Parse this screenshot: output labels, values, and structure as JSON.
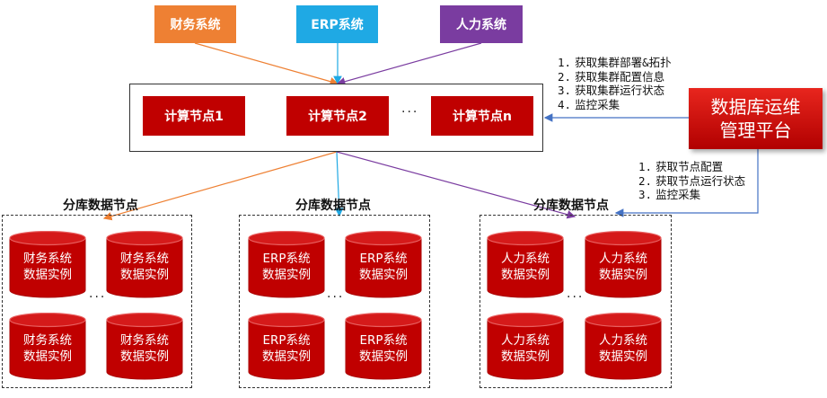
{
  "source_systems": [
    "财务系统",
    "ERP系统",
    "人力系统"
  ],
  "compute_nodes": [
    "计算节点1",
    "计算节点2",
    "计算节点n"
  ],
  "ellipsis": "···",
  "platform": {
    "line1": "数据库运维",
    "line2": "管理平台"
  },
  "platform_to_compute_tasks": [
    "获取集群部署&拓扑",
    "获取集群配置信息",
    "获取集群运行状态",
    "监控采集"
  ],
  "platform_to_shard_tasks": [
    "获取节点配置",
    "获取节点运行状态",
    "监控采集"
  ],
  "shard_group_title": "分库数据节点",
  "shard_groups": [
    {
      "line1": "财务系统",
      "line2": "数据实例"
    },
    {
      "line1": "ERP系统",
      "line2": "数据实例"
    },
    {
      "line1": "人力系统",
      "line2": "数据实例"
    }
  ],
  "colors": {
    "finance": "#ee8033",
    "erp": "#1fa9e4",
    "hr": "#7a3ca0",
    "node_red": "#c00000",
    "connector_blue": "#4472c4"
  }
}
